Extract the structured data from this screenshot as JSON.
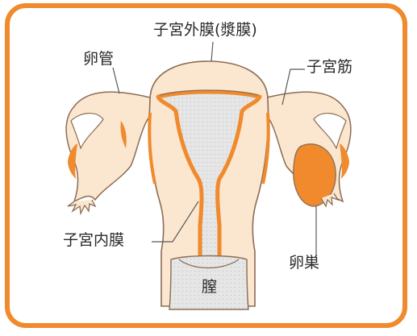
{
  "labels": {
    "outer_membrane": "子宮外膜(漿膜)",
    "fallopian_tube": "卵管",
    "myometrium": "子宮筋",
    "endometrium": "子宮内膜",
    "ovary": "卵巣",
    "vagina": "膣"
  },
  "colors": {
    "frame": "#f08a2c",
    "tissue": "#fbe6cf",
    "accent": "#f08a2c",
    "outline": "#8b6d55",
    "cavity": "#e4e4e4",
    "leader": "#5a5a5a"
  }
}
